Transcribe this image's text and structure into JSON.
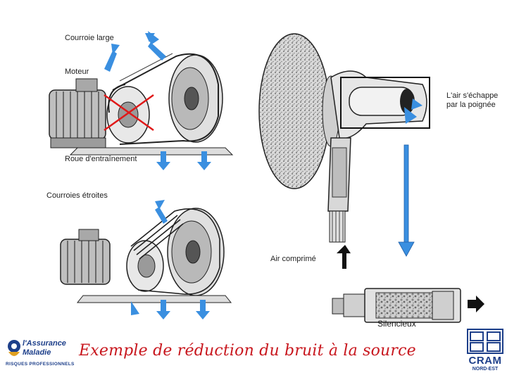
{
  "labels": {
    "courroie_large": "Courroie large",
    "moteur": "Moteur",
    "roue": "Roue d'entraînement",
    "courroies_etroites": "Courroies étroites",
    "air_echappe_1": "L'air s'échappe",
    "air_echappe_2": "par la poignée",
    "air_comprime": "Air comprimé",
    "silencieux": "Silencieux"
  },
  "caption": "Exemple de réduction du bruit à la source",
  "logos": {
    "assurance_1": "l'Assurance",
    "assurance_2": "Maladie",
    "assurance_3": "RISQUES PROFESSIONNELS",
    "cram_1": "CRAM",
    "cram_2": "NORD-EST"
  },
  "colors": {
    "arrow_blue": "#3a8fe0",
    "cross_red": "#e01818",
    "caption_red": "#c8171e",
    "logo_blue": "#1d3f8a"
  }
}
